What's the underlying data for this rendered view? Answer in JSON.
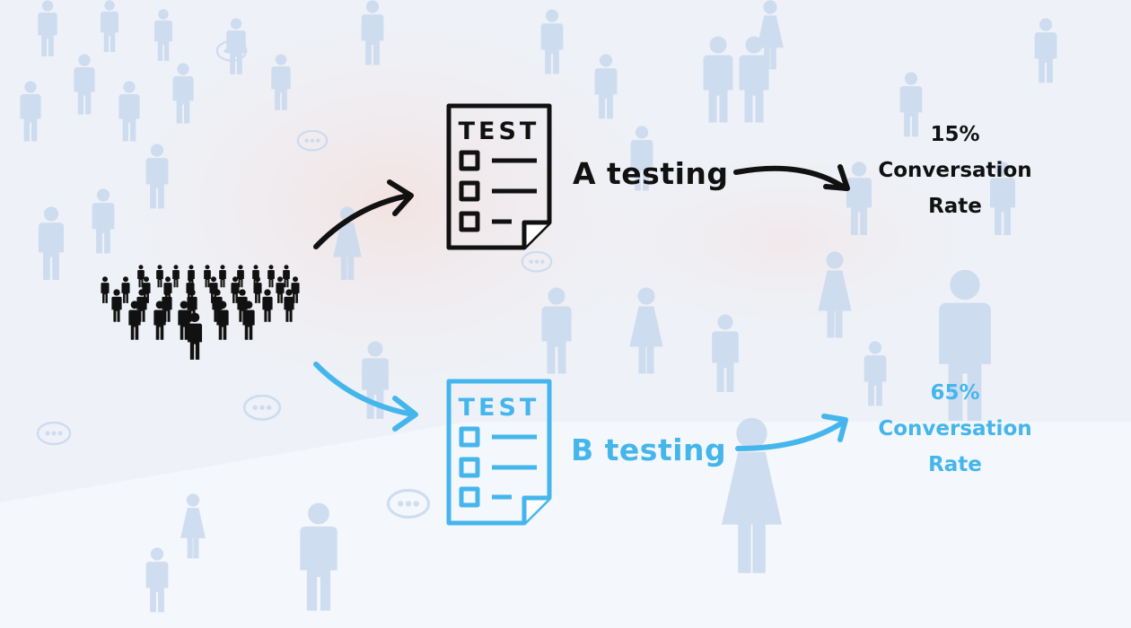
{
  "colors": {
    "variant_a": "#111111",
    "variant_b": "#45b6ec",
    "background": "#eef2f8",
    "figure_silhouette": "#c5d6ee"
  },
  "audience": {
    "icon": "crowd-icon"
  },
  "variant_a": {
    "doc_label": "TEST",
    "label": "A testing",
    "rate_percent": "15%",
    "rate_line1": "Conversation",
    "rate_line2": "Rate",
    "icon": "test-document-icon"
  },
  "variant_b": {
    "doc_label": "TEST",
    "label": "B testing",
    "rate_percent": "65%",
    "rate_line1": "Conversation",
    "rate_line2": "Rate",
    "icon": "test-document-icon"
  }
}
